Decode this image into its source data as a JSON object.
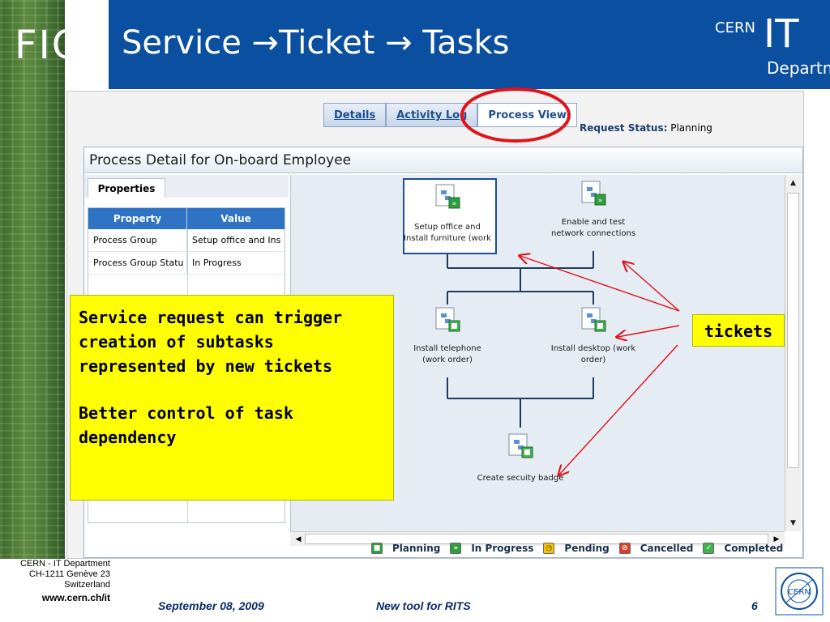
{
  "slide": {
    "fio_logo": "FIO",
    "title": "Service →Ticket → Tasks",
    "brand": {
      "cern": "CERN",
      "it": "IT",
      "department": "Department"
    }
  },
  "app": {
    "tabs": [
      {
        "label": "Details",
        "active": false
      },
      {
        "label": "Activity Log",
        "active": false
      },
      {
        "label": "Process View",
        "active": true
      }
    ],
    "request_status": {
      "label": "Request Status:",
      "value": "Planning"
    },
    "process_title": "Process Detail for On-board Employee",
    "properties_tab": "Properties",
    "properties_table": {
      "headers": [
        "Property",
        "Value"
      ],
      "rows": [
        [
          "Process Group",
          "Setup office and Ins"
        ],
        [
          "Process Group Statu",
          "In Progress"
        ]
      ]
    },
    "workflow_nodes": [
      {
        "id": "setup",
        "label_line1": "Setup office and",
        "label_line2": "Install furniture (work",
        "status": "In Progress",
        "selected": true
      },
      {
        "id": "network",
        "label_line1": "Enable and test",
        "label_line2": "network connections",
        "status": "In Progress",
        "selected": false
      },
      {
        "id": "telephone",
        "label_line1": "Install telephone",
        "label_line2": "(work order)",
        "status": "Planning",
        "selected": false
      },
      {
        "id": "desktop",
        "label_line1": "Install desktop  (work",
        "label_line2": "order)",
        "status": "Planning",
        "selected": false
      },
      {
        "id": "badge",
        "label_line1": "Create secuity badge",
        "label_line2": "",
        "status": "Planning",
        "selected": false
      }
    ],
    "legend": [
      {
        "label": "Planning",
        "color": "#2e9e3e"
      },
      {
        "label": "In Progress",
        "color": "#2e9e3e"
      },
      {
        "label": "Pending",
        "color": "#e0a800"
      },
      {
        "label": "Cancelled",
        "color": "#d9402b"
      },
      {
        "label": "Completed",
        "color": "#3fb24c"
      }
    ],
    "colors": {
      "accent": "#1b4f8f",
      "highlight_circle": "#e0121a",
      "arrow": "#e0121a"
    }
  },
  "annotations": {
    "text_block_1": "Service request can trigger creation of subtasks represented by new tickets",
    "text_block_2": "Better control of task dependency",
    "tickets_label": "tickets"
  },
  "footer": {
    "address_line1": "CERN - IT Department",
    "address_line2": "CH-1211 Genève 23",
    "address_line3": "Switzerland",
    "url": "www.cern.ch/it",
    "date": "September 08, 2009",
    "title": "New tool for RITS",
    "page": "6"
  }
}
